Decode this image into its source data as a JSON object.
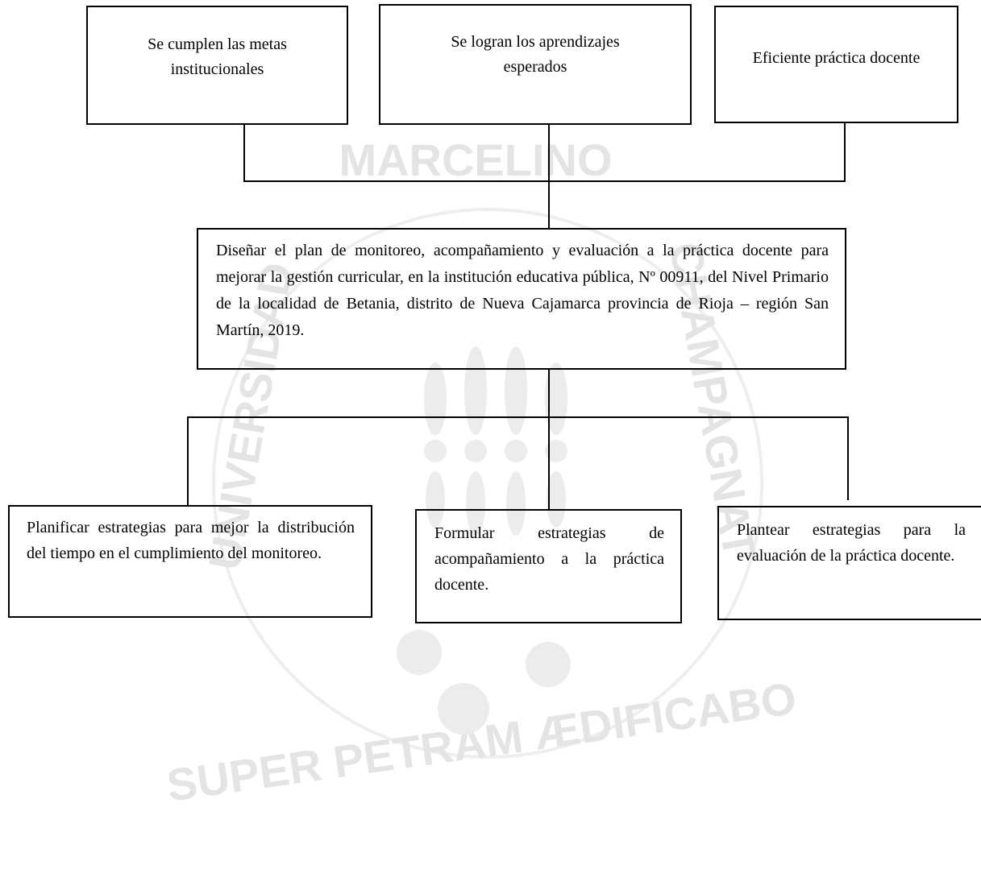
{
  "effects": [
    {
      "text": "Se cumplen las metas institucionales"
    },
    {
      "text": "Se logran los aprendizajes esperados"
    },
    {
      "text": "Eficiente práctica docente"
    }
  ],
  "objective": {
    "text": "Diseñar el plan de monitoreo, acompañamiento y evaluación a la práctica docente para mejorar la gestión curricular, en la institución educativa pública, Nº 00911, del Nivel Primario de la localidad de Betania, distrito de Nueva Cajamarca provincia de Rioja – región San Martín, 2019."
  },
  "means": [
    {
      "text": "Planificar estrategias para mejor la distribución del tiempo en el cumplimiento del monitoreo."
    },
    {
      "text": "Formular estrategias de acompañamiento a la práctica docente."
    },
    {
      "text": "Plantear estrategias para la evaluación de la práctica docente."
    }
  ],
  "watermark": {
    "top": "MARCELINO",
    "left": "UNIVERSIDAD",
    "right": "CHAMPAGNAT",
    "bottom": "SUPER PETRAM ÆDIFICABO"
  }
}
